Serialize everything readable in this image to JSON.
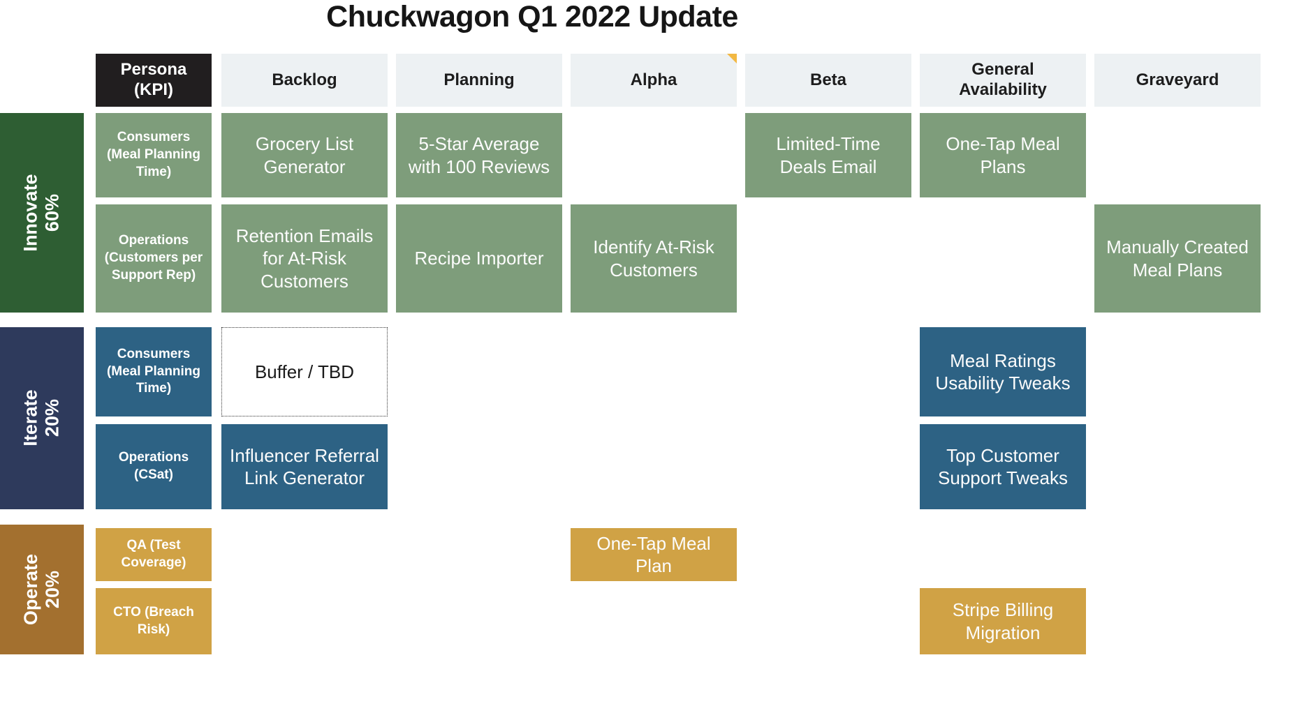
{
  "title": "Chuckwagon Q1 2022 Update",
  "columns": {
    "persona": "Persona (KPI)",
    "backlog": "Backlog",
    "planning": "Planning",
    "alpha": "Alpha",
    "beta": "Beta",
    "ga": "General Availability",
    "graveyard": "Graveyard"
  },
  "bands": [
    {
      "name": "Innovate",
      "allocation": "60%",
      "rows": [
        {
          "persona": "Consumers (Meal Planning Time)",
          "cards": {
            "backlog": "Grocery List Generator",
            "planning": "5-Star Average with 100 Reviews",
            "beta": "Limited-Time Deals Email",
            "ga": "One-Tap Meal Plans"
          }
        },
        {
          "persona": "Operations (Customers per Support Rep)",
          "cards": {
            "backlog": "Retention Emails for At-Risk Customers",
            "planning": "Recipe Importer",
            "alpha": "Identify At-Risk Customers",
            "graveyard": "Manually Created Meal Plans"
          }
        }
      ]
    },
    {
      "name": "Iterate",
      "allocation": "20%",
      "rows": [
        {
          "persona": "Consumers (Meal Planning Time)",
          "cards": {
            "backlog": "Buffer / TBD",
            "ga": "Meal Ratings Usability Tweaks"
          }
        },
        {
          "persona": "Operations (CSat)",
          "cards": {
            "backlog": "Influencer Referral Link Generator",
            "ga": "Top Customer Support Tweaks"
          }
        }
      ]
    },
    {
      "name": "Operate",
      "allocation": "20%",
      "rows": [
        {
          "persona": "QA (Test Coverage)",
          "cards": {
            "alpha": "One-Tap Meal Plan"
          }
        },
        {
          "persona": "CTO (Breach Risk)",
          "cards": {
            "ga": "Stripe Billing Migration"
          }
        }
      ]
    }
  ],
  "colors": {
    "innovate_stripe": "#2e5e33",
    "innovate_card": "#7e9d7b",
    "iterate_stripe": "#2e3a5c",
    "iterate_card": "#2d6284",
    "operate_stripe": "#a3702f",
    "operate_card": "#d0a245",
    "stage_header_bg": "#edf1f3",
    "persona_header_bg": "#211e1f",
    "comment_marker": "#f2b843"
  }
}
